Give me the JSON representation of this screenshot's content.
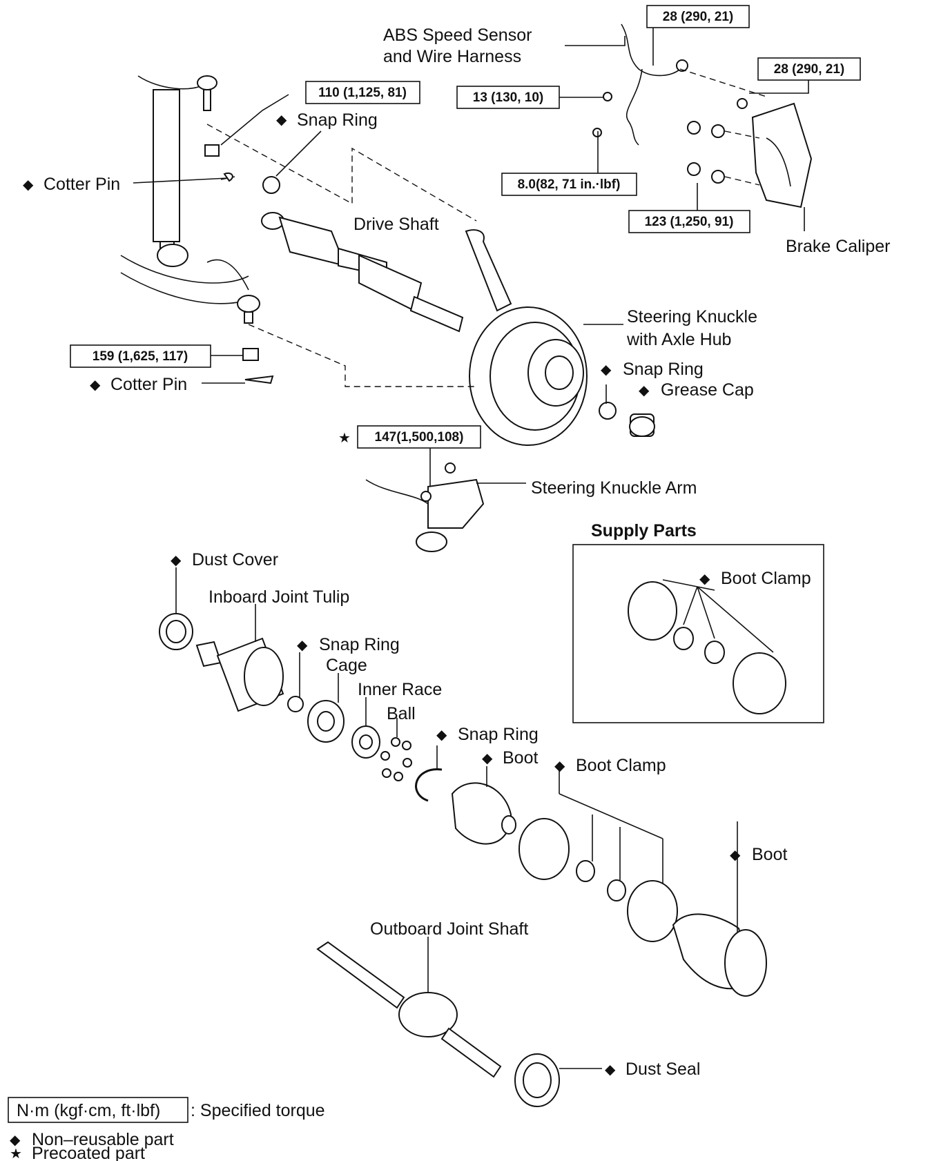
{
  "top": {
    "abs_sensor_l1": "ABS Speed Sensor",
    "abs_sensor_l2": "and Wire Harness",
    "snap_ring_1": "Snap Ring",
    "cotter_pin_1": "Cotter Pin",
    "drive_shaft": "Drive Shaft",
    "brake_caliper": "Brake Caliper",
    "steering_knuckle_l1": "Steering Knuckle",
    "steering_knuckle_l2": "with Axle Hub",
    "snap_ring_2": "Snap Ring",
    "grease_cap": "Grease Cap",
    "cotter_pin_2": "Cotter Pin",
    "steering_knuckle_arm": "Steering Knuckle Arm"
  },
  "torques": {
    "t_abs_bracket": "28 (290, 21)",
    "t_caliper_top": "28 (290, 21)",
    "t_upper_ball": "110 (1,125, 81)",
    "t_sensor": "13 (130, 10)",
    "t_sensor_small": "8.0(82, 71 in.·lbf)",
    "t_caliper_main": "123 (1,250, 91)",
    "t_lower_ball": "159 (1,625, 117)",
    "t_knuckle_arm": "147(1,500,108)"
  },
  "supply": {
    "title": "Supply Parts",
    "boot_clamp": "Boot Clamp"
  },
  "shaft_parts": {
    "dust_cover": "Dust Cover",
    "inboard_joint_tulip": "Inboard Joint Tulip",
    "snap_ring_a": "Snap Ring",
    "cage": "Cage",
    "inner_race": "Inner Race",
    "ball": "Ball",
    "snap_ring_b": "Snap Ring",
    "boot_a": "Boot",
    "boot_clamp": "Boot Clamp",
    "boot_b": "Boot",
    "outboard_joint_shaft": "Outboard Joint Shaft",
    "dust_seal": "Dust Seal"
  },
  "legend": {
    "torque_unit": "N·m (kgf·cm, ft·lbf)",
    "torque_desc": ": Specified torque",
    "nonreusable": "Non–reusable part",
    "precoated": "Precoated part"
  },
  "symbols": {
    "diamond": "◆",
    "star": "★"
  }
}
